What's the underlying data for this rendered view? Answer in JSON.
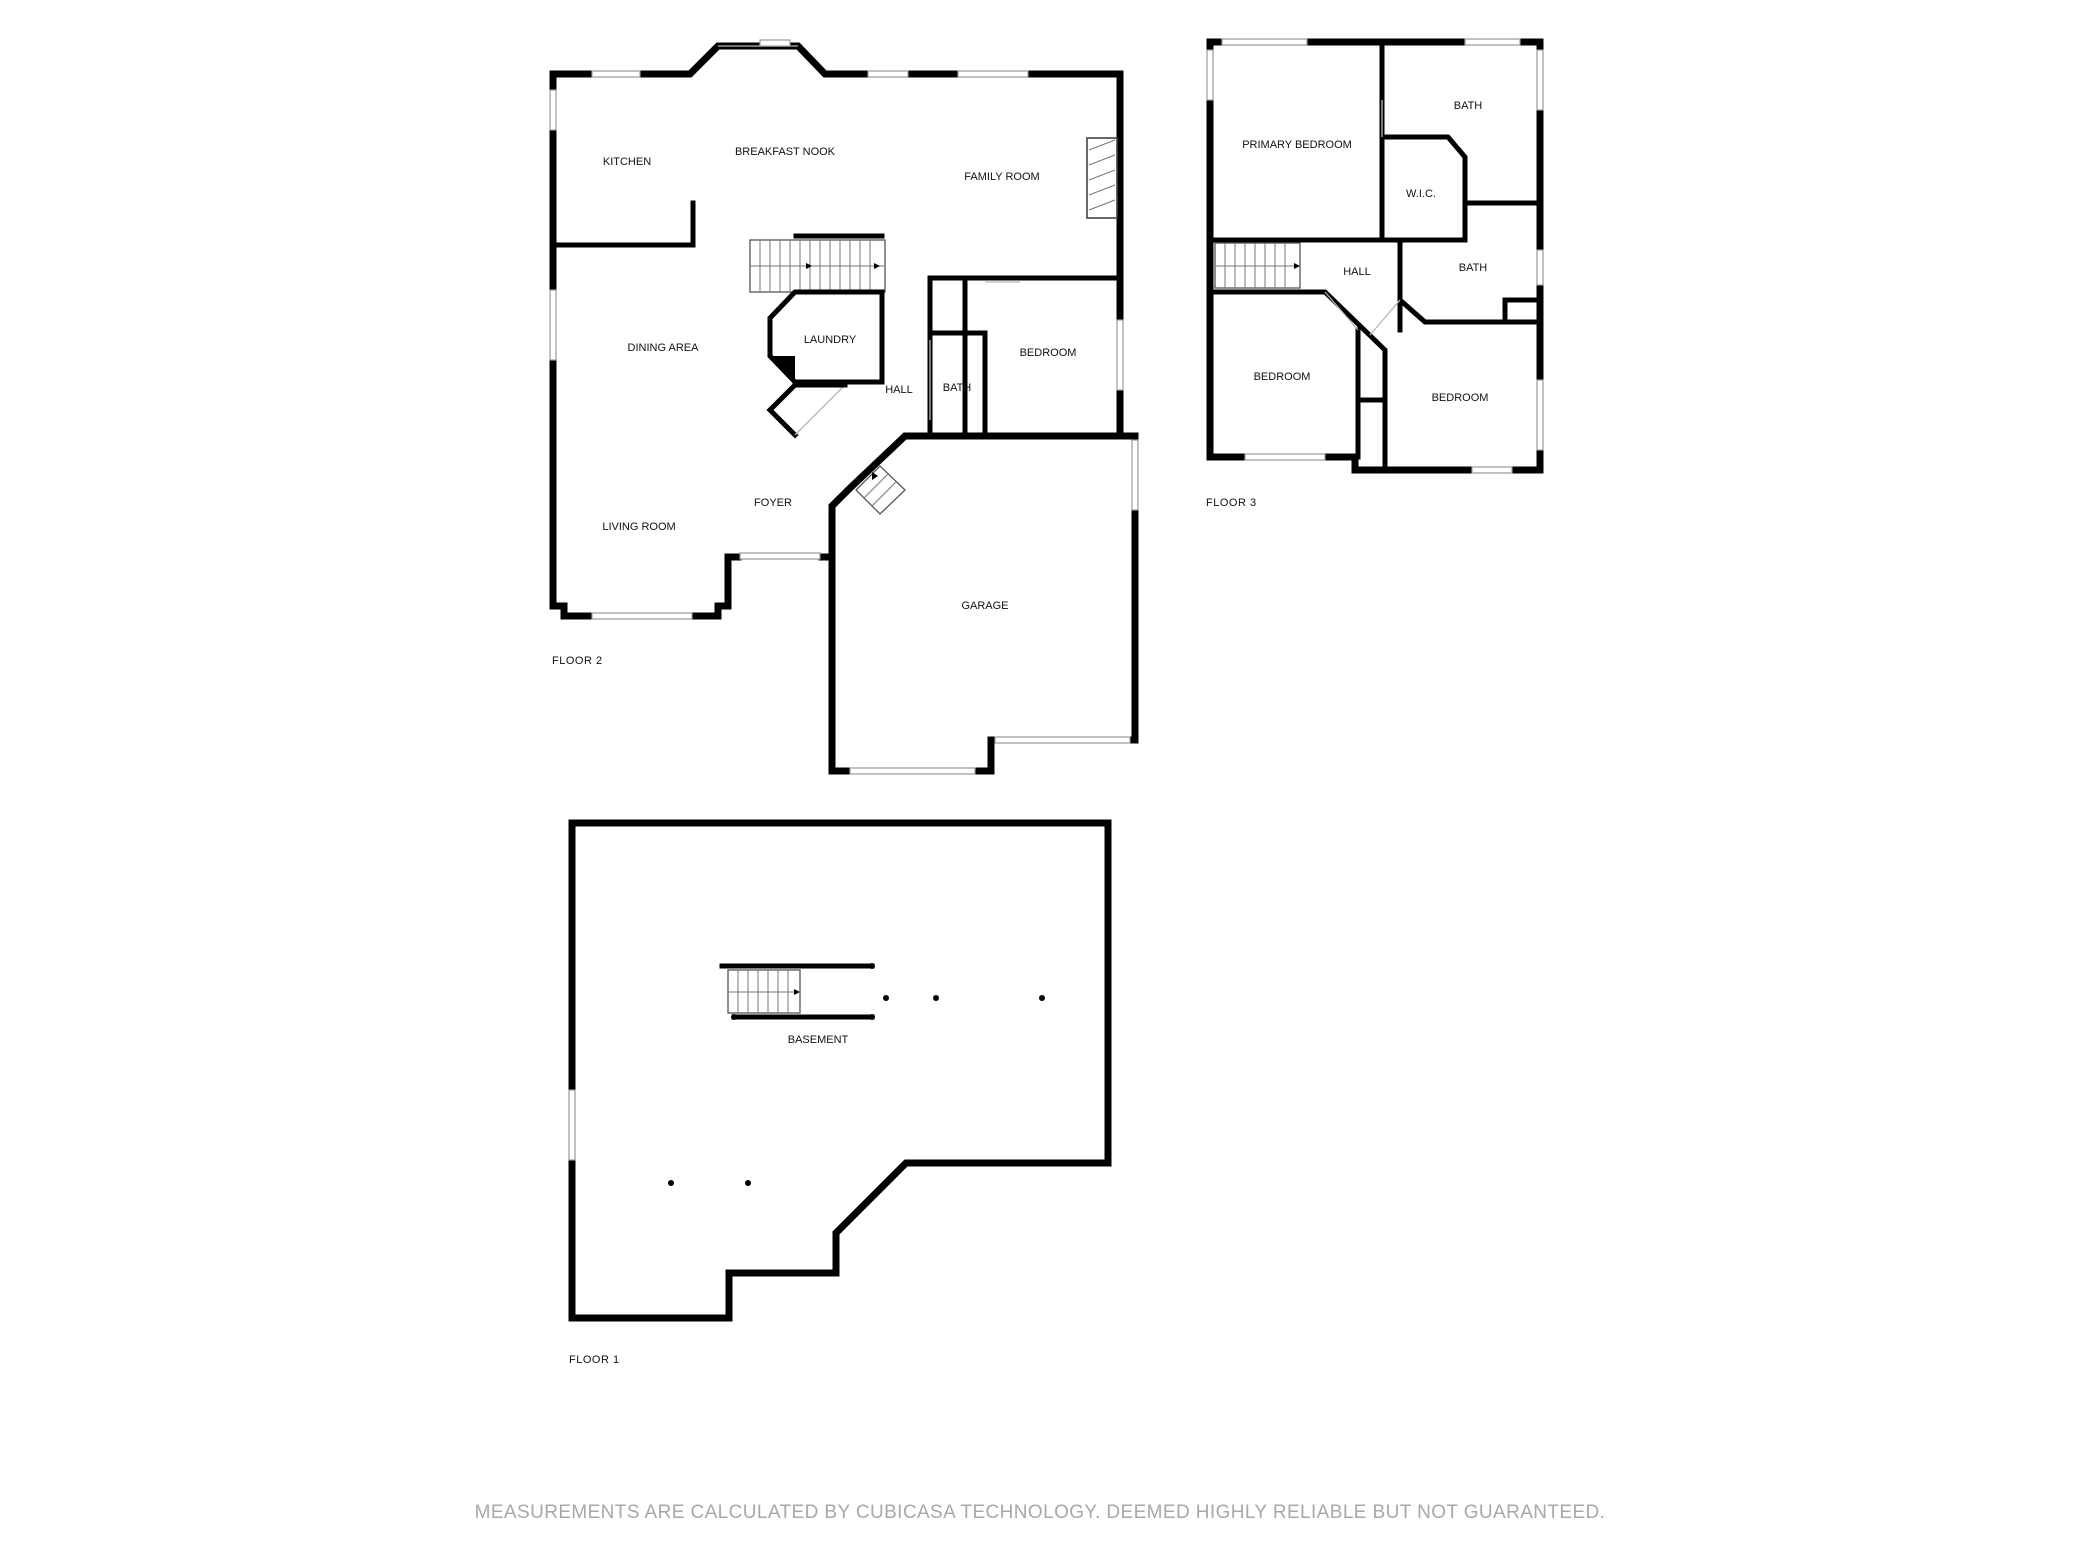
{
  "floors": {
    "floor2": {
      "label": "FLOOR 2",
      "rooms": {
        "kitchen": "KITCHEN",
        "breakfast_nook": "BREAKFAST NOOK",
        "family_room": "FAMILY ROOM",
        "dining_area": "DINING AREA",
        "laundry": "LAUNDRY",
        "hall": "HALL",
        "bath": "BATH",
        "bedroom": "BEDROOM",
        "foyer": "FOYER",
        "living_room": "LIVING ROOM",
        "garage": "GARAGE"
      }
    },
    "floor3": {
      "label": "FLOOR 3",
      "rooms": {
        "primary_bedroom": "PRIMARY BEDROOM",
        "bath_top": "BATH",
        "wic": "W.I.C.",
        "hall": "HALL",
        "bath_mid": "BATH",
        "bedroom_left": "BEDROOM",
        "bedroom_right": "BEDROOM"
      }
    },
    "floor1": {
      "label": "FLOOR 1",
      "rooms": {
        "basement": "BASEMENT"
      }
    }
  },
  "disclaimer": "MEASUREMENTS ARE CALCULATED BY CUBICASA TECHNOLOGY. DEEMED HIGHLY RELIABLE BUT NOT GUARANTEED."
}
